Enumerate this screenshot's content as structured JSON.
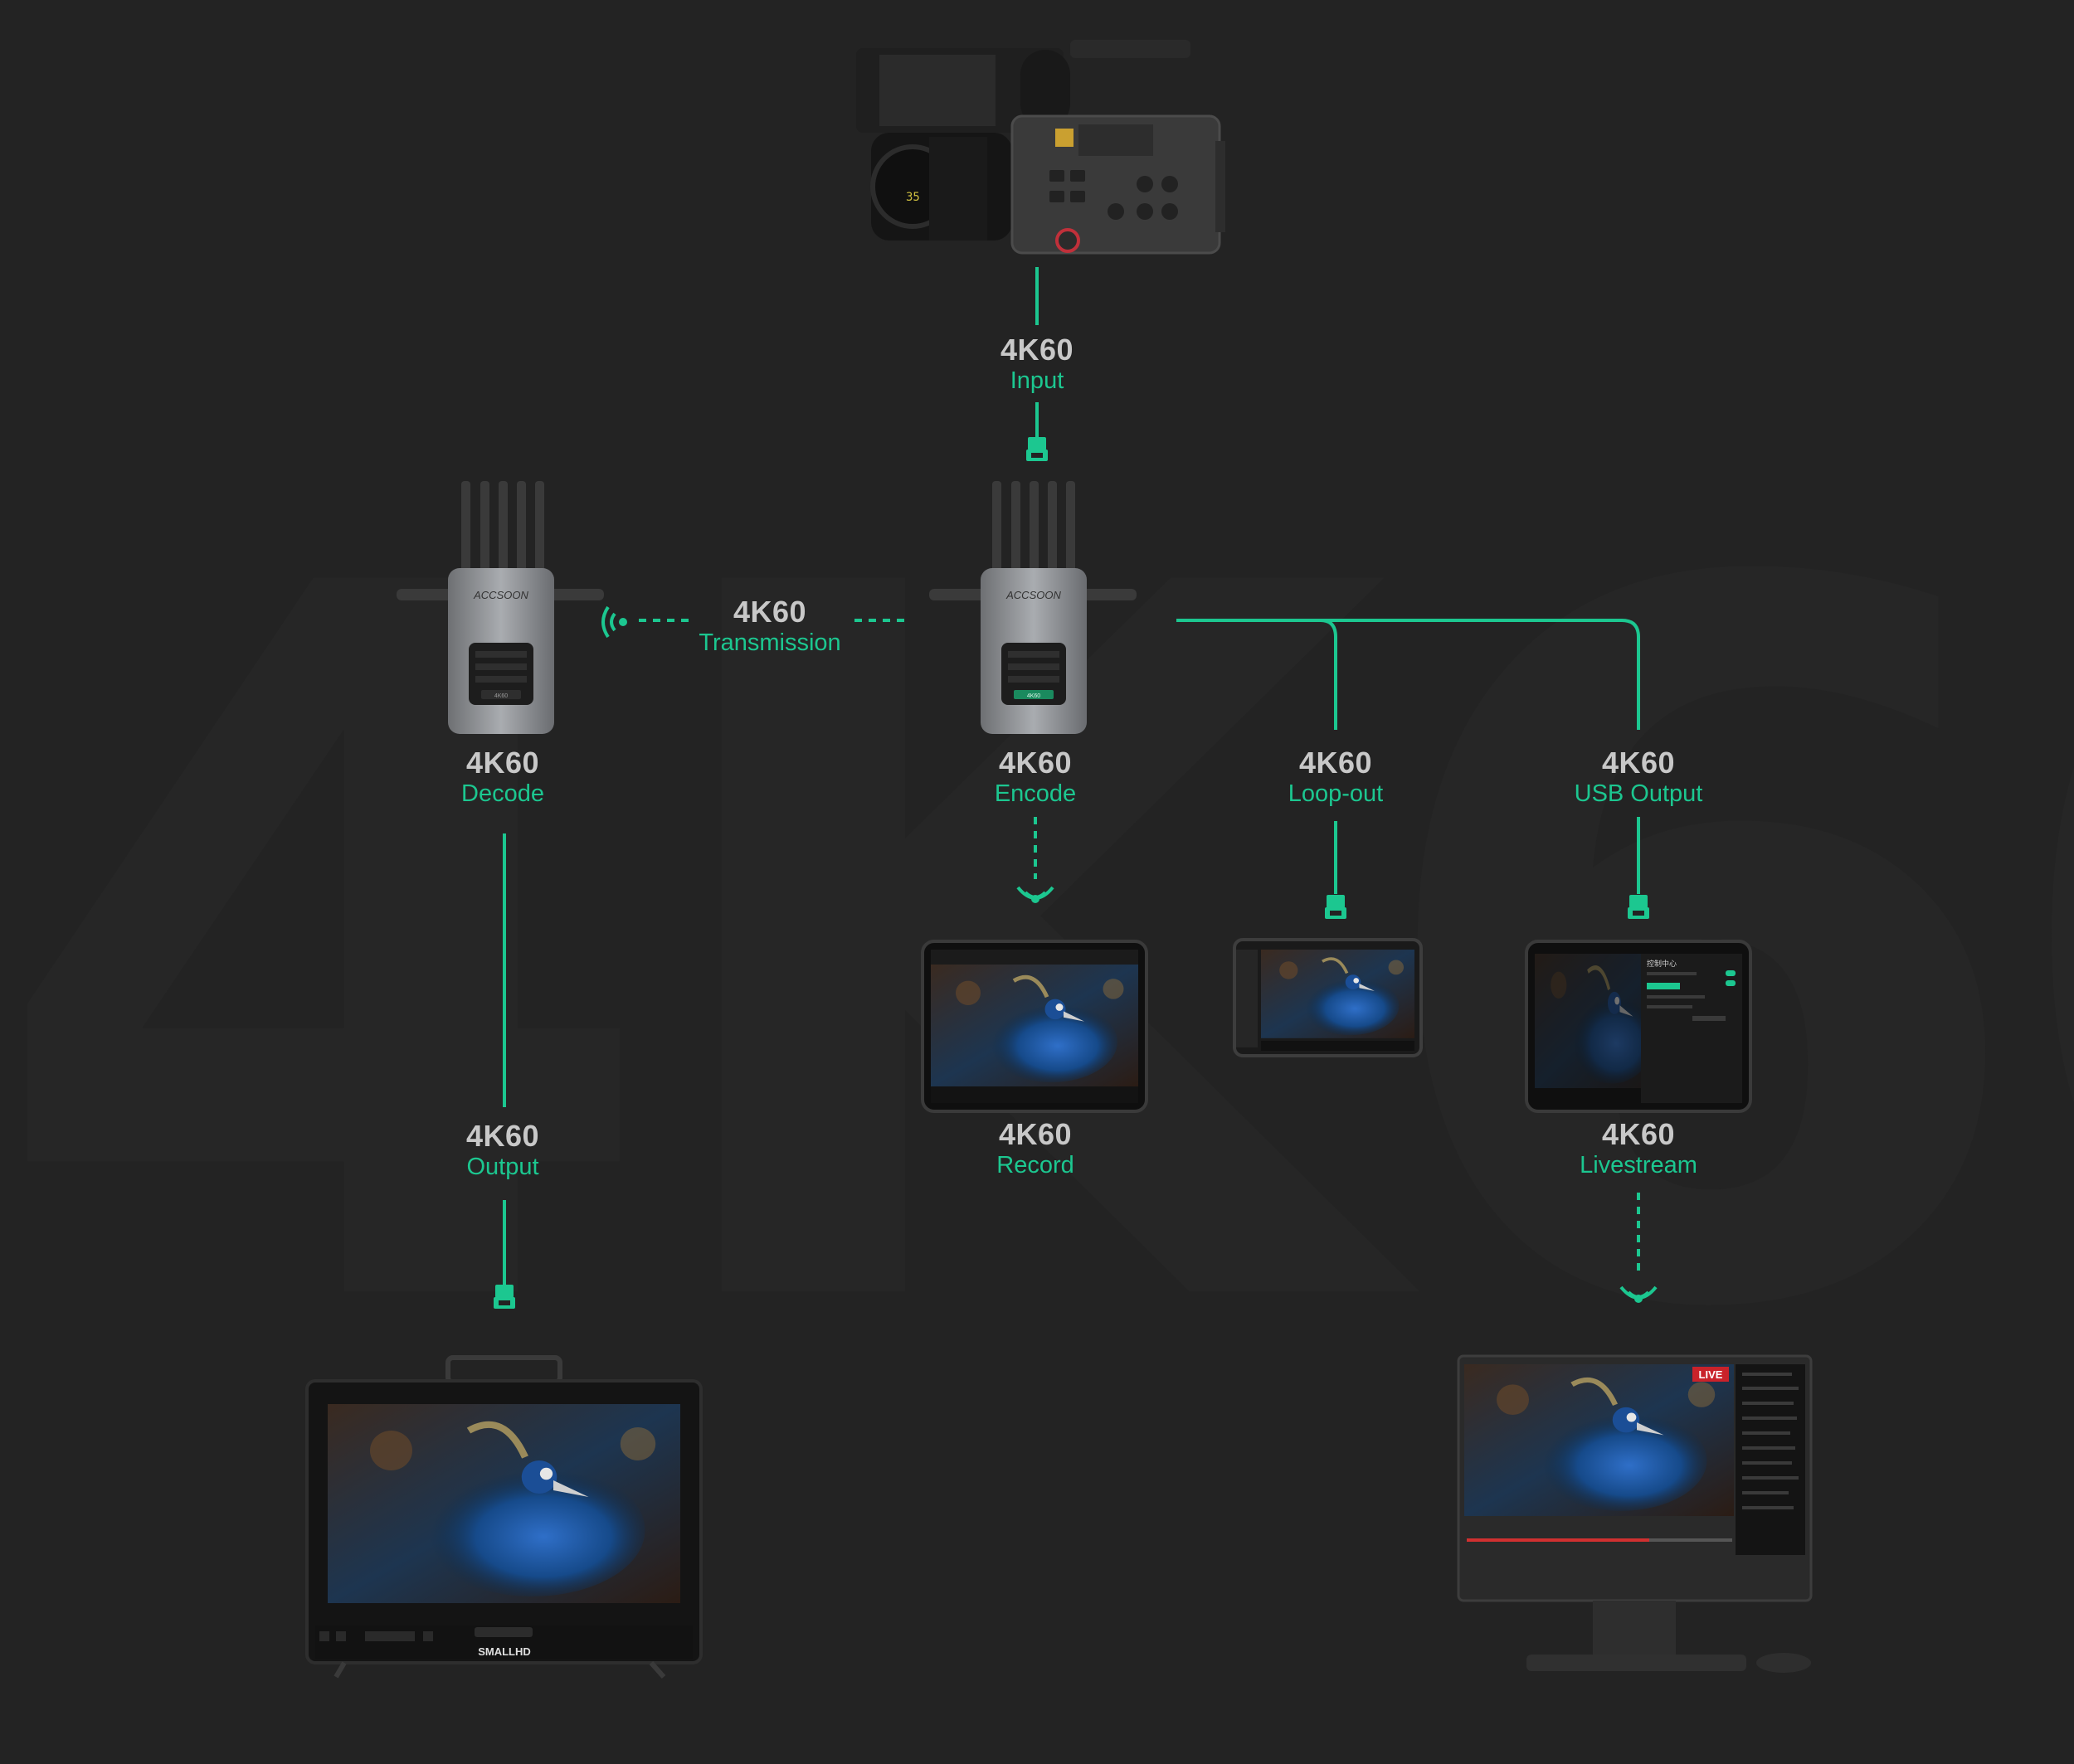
{
  "watermark": "4K60",
  "accent_color": "#1cc790",
  "spec_color": "#c8c8c8",
  "labels": {
    "input": {
      "spec": "4K60",
      "role": "Input"
    },
    "transmission": {
      "spec": "4K60",
      "role": "Transmission"
    },
    "decode": {
      "spec": "4K60",
      "role": "Decode"
    },
    "encode": {
      "spec": "4K60",
      "role": "Encode"
    },
    "loopout": {
      "spec": "4K60",
      "role": "Loop-out"
    },
    "usb": {
      "spec": "4K60",
      "role": "USB Output"
    },
    "output": {
      "spec": "4K60",
      "role": "Output"
    },
    "record": {
      "spec": "4K60",
      "role": "Record"
    },
    "livestream": {
      "spec": "4K60",
      "role": "Livestream"
    }
  },
  "brands": {
    "transmitter": "ACCSOON",
    "device_badge": "4K60",
    "monitor_brand": "SMALLHD",
    "live_badge": "LIVE",
    "tablet_panel_title": "控制中心",
    "lens_number": "35"
  },
  "icons": {
    "connector": "hdmi-connector-icon",
    "wifi": "wifi-icon",
    "signal": "signal-icon"
  }
}
